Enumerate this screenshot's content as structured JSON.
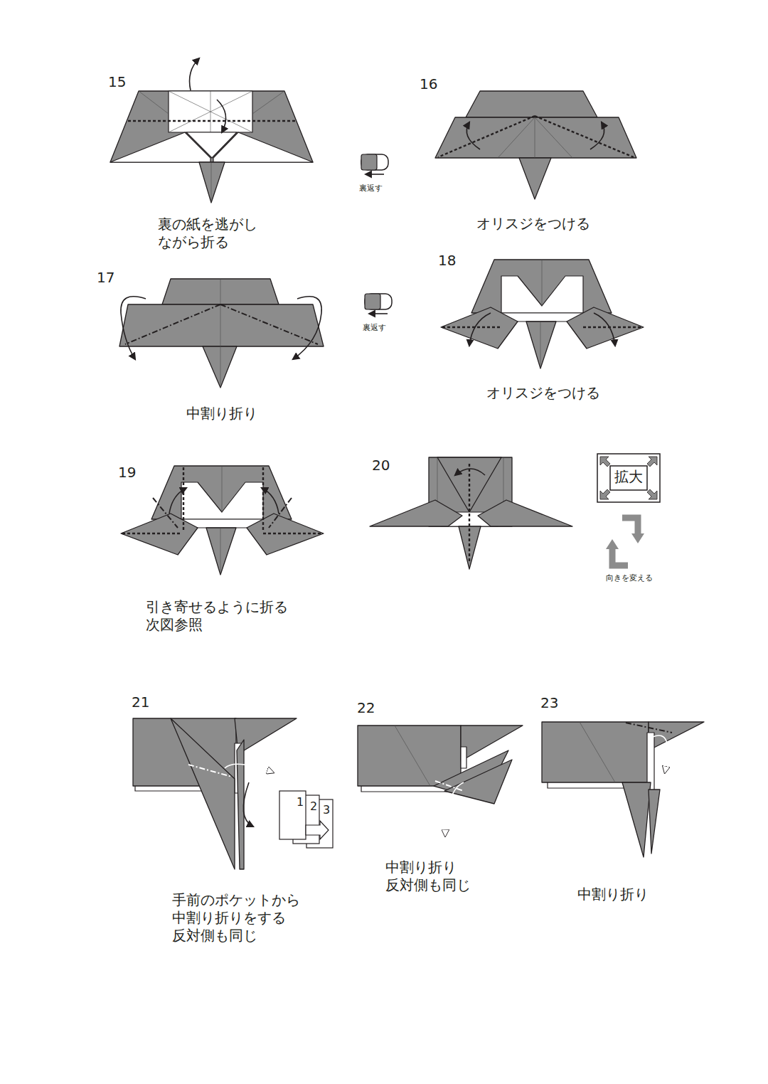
{
  "diagram": {
    "labels": [
      "15",
      "裏の紙を逃がし ながら折る",
      "裏返す",
      "16",
      "オリスジをつける",
      "17",
      "中割り折り",
      "裏返す",
      "18",
      "オリスジをつける",
      "19",
      "引き寄せるように折る 次図参照",
      "20",
      "拡大",
      "向きを変える",
      "21",
      "1",
      "2",
      "3",
      "手前のポケットから 中割り折りをする 反対側も同じ",
      "22",
      "中割り折り 反対側も同じ",
      "23",
      "中割り折り"
    ]
  }
}
